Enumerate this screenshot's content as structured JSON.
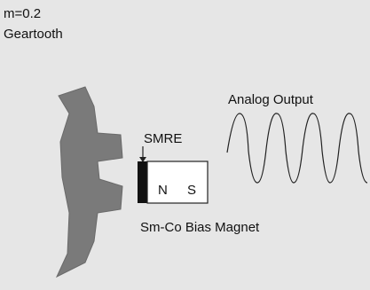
{
  "header": {
    "module": "m=0.2",
    "part": "Geartooth"
  },
  "labels": {
    "sensor": "SMRE",
    "north": "N",
    "south": "S",
    "magnet": "Sm-Co Bias Magnet",
    "output": "Analog Output"
  },
  "colors": {
    "background": "#e6e6e6",
    "gear": "#7a7a7a",
    "sensor": "#111111",
    "magnet_fill": "#ffffff",
    "line": "#222222"
  }
}
